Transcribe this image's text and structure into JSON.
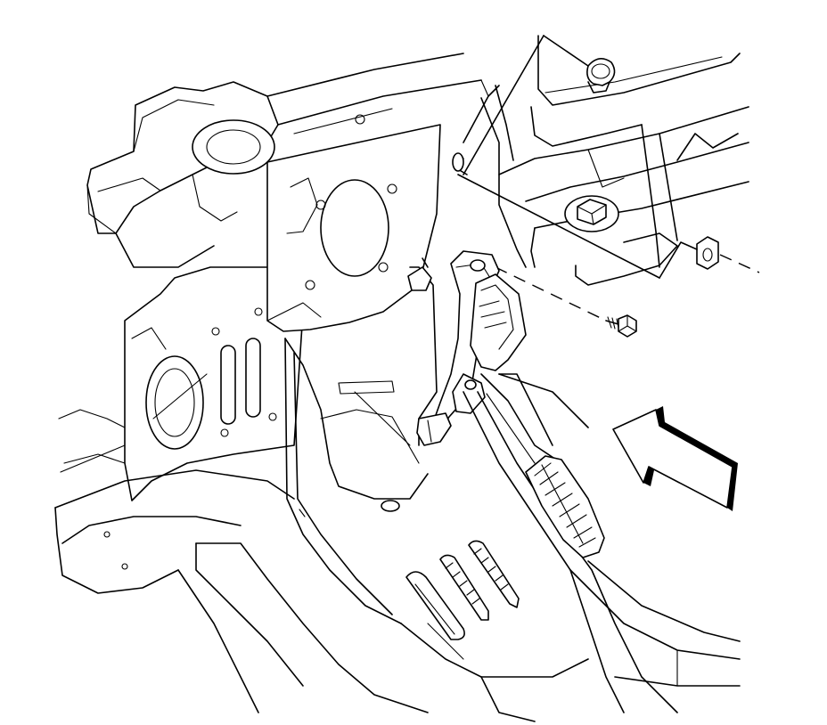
{
  "diagram": {
    "kind": "exploded-line-drawing",
    "subject-icons": [
      "dash-panel",
      "accelerator-pedal-assembly",
      "pedal-mounting-bolt",
      "push-in-retainer",
      "direction-arrow"
    ],
    "colors": {
      "line": "#000000",
      "background": "#ffffff"
    }
  }
}
